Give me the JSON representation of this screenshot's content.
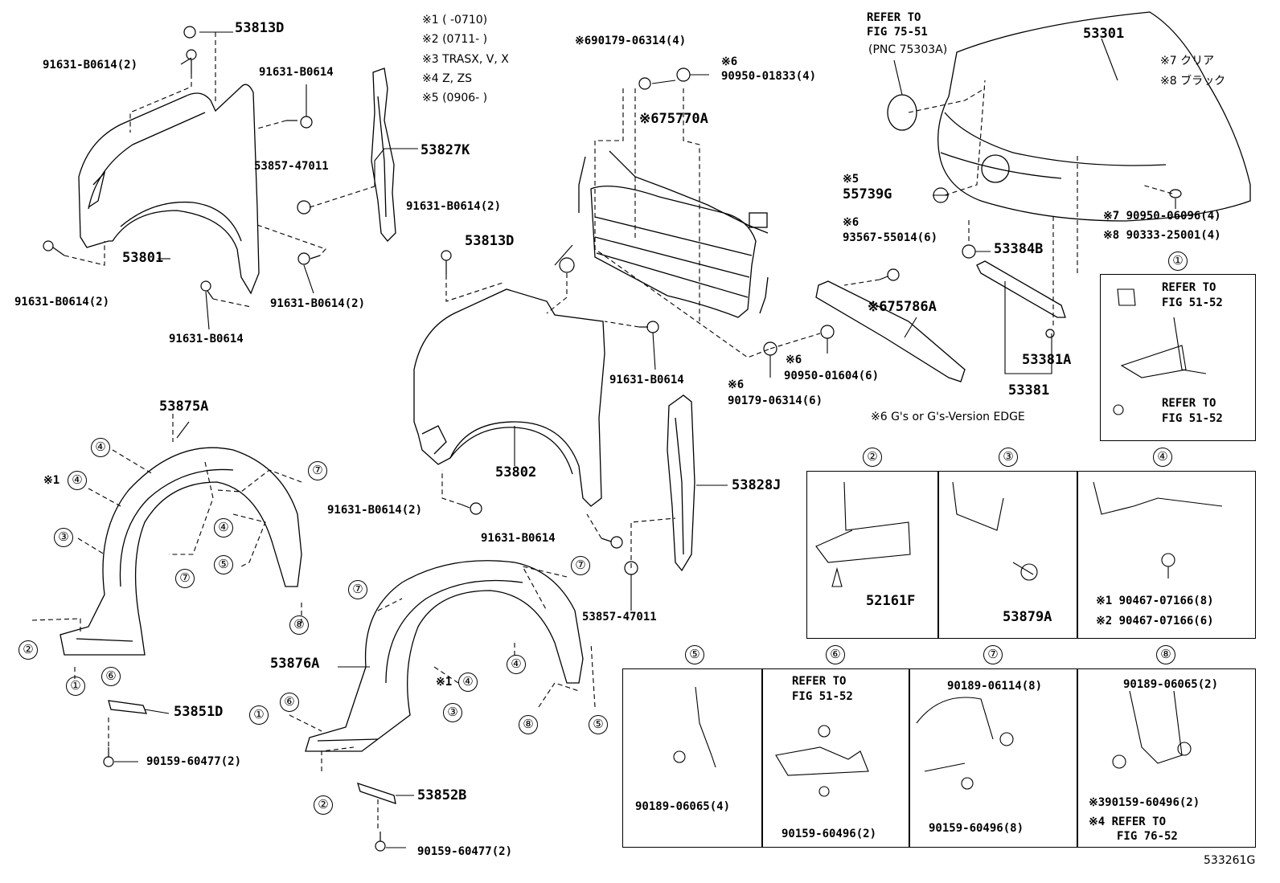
{
  "diagram_code": "533261G",
  "notes": {
    "n1": "※1 (       -0710)",
    "n2": "※2 (0711-      )",
    "n3": "※3 TRASX, V, X",
    "n4": "※4 Z, ZS",
    "n5": "※5 (0906-      )",
    "n6": "※6 G's or G's-Version EDGE",
    "n7": "※7 クリア",
    "n8": "※8 ブラック"
  },
  "labels": {
    "p53813D_top": "53813D",
    "b91631_2_top": "91631-B0614(2)",
    "b91631_a": "91631-B0614",
    "p53857_a": "53857-47011",
    "p53827K": "53827K",
    "p53801": "53801",
    "b91631_2_left": "91631-B0614(2)",
    "b91631_2_mid": "91631-B0614(2)",
    "b91631_b": "91631-B0614",
    "n6_90179_4": "※690179-06314(4)",
    "n6_mark_a": "※6",
    "p90950_01833": "90950-01833(4)",
    "n6_75770A": "※675770A",
    "b91631_2_center": "91631-B0614(2)",
    "p53813D_mid": "53813D",
    "b91631_c": "91631-B0614",
    "p53802": "53802",
    "b91631_2_low": "91631-B0614(2)",
    "b91631_d": "91631-B0614",
    "p53857_b": "53857-47011",
    "p53828J": "53828J",
    "refer_75_1": "REFER TO",
    "refer_75_2": "FIG 75-51",
    "pnc_75303A": "(PNC 75303A)",
    "p53301": "53301",
    "n5_mark": "※5",
    "p55739G": "55739G",
    "n6_mark_b": "※6",
    "p93567": "93567-55014(6)",
    "p53384B": "53384B",
    "n7_90950": "※7 90950-06096(4)",
    "n8_90333": "※8 90333-25001(4)",
    "n6_75786A": "※675786A",
    "n6_mark_c": "※6",
    "p90950_01604": "90950-01604(6)",
    "n6_mark_d": "※6",
    "p90179_6": "90179-06314(6)",
    "p53381A": "53381A",
    "p53381": "53381",
    "p53875A": "53875A",
    "p53876A": "53876A",
    "p53851D": "53851D",
    "p90159_60477_a": "90159-60477(2)",
    "p53852B": "53852B",
    "p90159_60477_b": "90159-60477(2)",
    "n1_mark_a": "※1",
    "n1_mark_b": "※1"
  },
  "circle_numbers": [
    "①",
    "②",
    "③",
    "④",
    "⑤",
    "⑥",
    "⑦",
    "⑧"
  ],
  "detail_boxes": {
    "box1": {
      "refer_top_1": "REFER TO",
      "refer_top_2": "FIG 51-52",
      "refer_bot_1": "REFER TO",
      "refer_bot_2": "FIG 51-52"
    },
    "box2": {
      "part": "52161F"
    },
    "box3": {
      "part": "53879A"
    },
    "box4": {
      "part1": "※1 90467-07166(8)",
      "part2": "※2 90467-07166(6)"
    },
    "box5": {
      "part": "90189-06065(4)"
    },
    "box6": {
      "refer_1": "REFER TO",
      "refer_2": "FIG 51-52",
      "part": "90159-60496(2)"
    },
    "box7": {
      "part1": "90189-06114(8)",
      "part2": "90159-60496(8)"
    },
    "box8": {
      "part1": "90189-06065(2)",
      "part2": "※390159-60496(2)",
      "refer_1": "※4 REFER TO",
      "refer_2": "FIG 76-52"
    }
  }
}
